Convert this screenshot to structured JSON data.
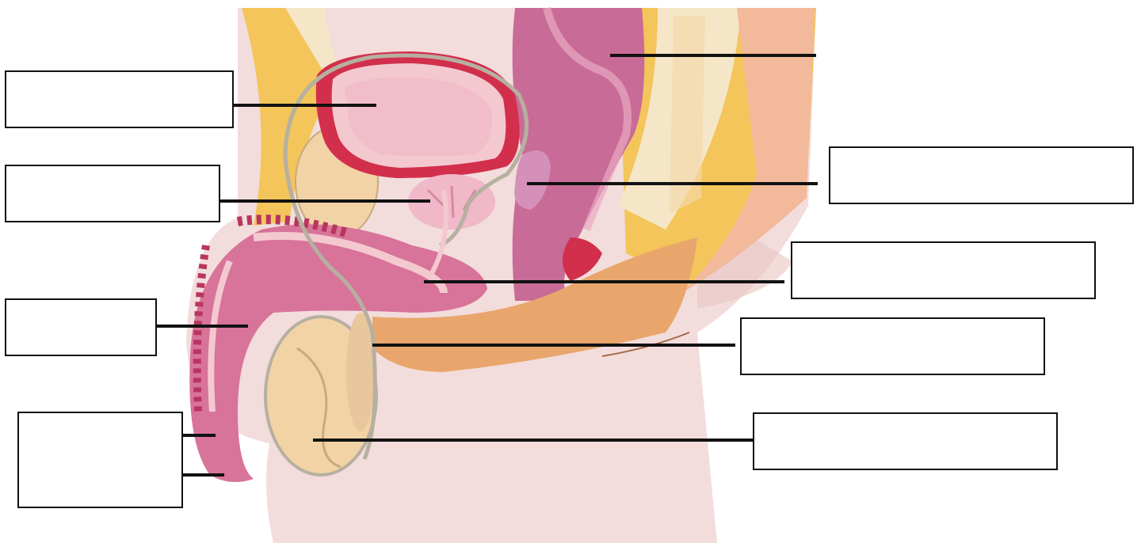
{
  "labels": [
    {
      "id": "bladder",
      "text": ""
    },
    {
      "id": "prostate",
      "text": ""
    },
    {
      "id": "urethra",
      "text": ""
    },
    {
      "id": "glans",
      "text": ""
    },
    {
      "id": "rectum",
      "text": ""
    },
    {
      "id": "seminal-vesicle",
      "text": ""
    },
    {
      "id": "ejaculatory-duct",
      "text": ""
    },
    {
      "id": "vas-deferens",
      "text": ""
    },
    {
      "id": "testis",
      "text": ""
    }
  ],
  "colors": {
    "skin": "#f3dcdc",
    "skin_shadow": "#e8c4c2",
    "fat_yellow": "#f3c55a",
    "bone": "#f5e6c8",
    "muscle_pink": "#d8739a",
    "deep_red": "#d22f4c",
    "rectum_mauve": "#c96b97",
    "prostate_pink": "#f0b8c8",
    "gland_tan": "#f2d3a6",
    "duct_grey": "#b6b0a0",
    "orange_tissue": "#e9a66c",
    "leader": "#111111"
  }
}
